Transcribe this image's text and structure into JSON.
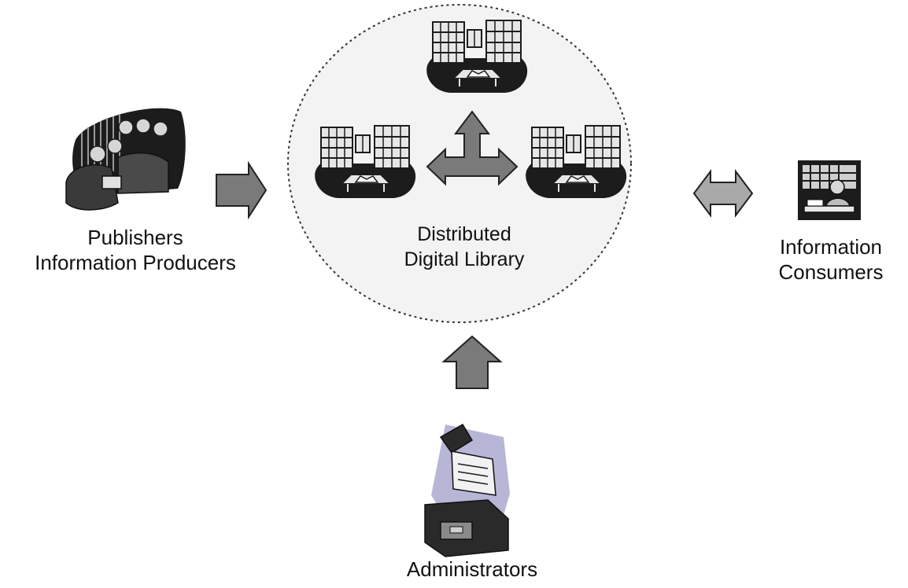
{
  "diagram": {
    "center": {
      "line1": "Distributed",
      "line2": "Digital Library"
    },
    "publishers": {
      "line1": "Publishers",
      "line2": "Information Producers"
    },
    "consumers": {
      "line1": "Information",
      "line2": "Consumers"
    },
    "administrators": {
      "label": "Administrators"
    }
  },
  "colors": {
    "arrow_fill": "#7a7a7a",
    "arrow_light": "#a9a9a9",
    "circle_fill": "#f3f3f3",
    "circle_stroke": "#333333",
    "icon_dark": "#1c1c1c",
    "icon_light": "#e8e8e8",
    "card_lavender": "#b8b6d6"
  },
  "icons": [
    "library-building-icon",
    "library-building-icon",
    "library-building-icon",
    "publishers-crowd-icon",
    "reader-at-desk-icon",
    "card-catalog-icon"
  ]
}
